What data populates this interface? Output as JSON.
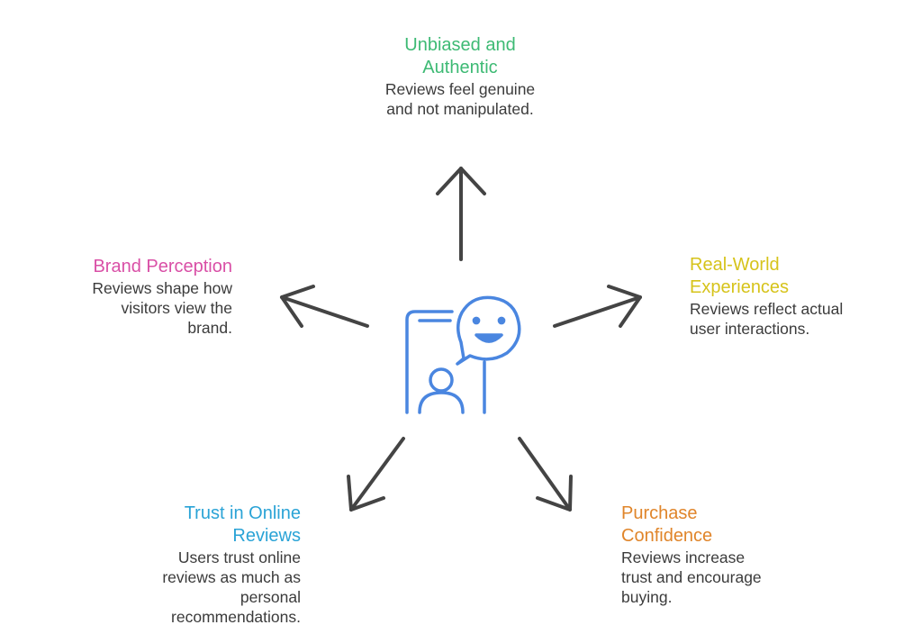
{
  "colors": {
    "arrow": "#444444",
    "icon": "#4a86e0",
    "unbiased": "#3dba74",
    "realworld": "#d6c31a",
    "purchase": "#e0852a",
    "trust": "#2aa3d6",
    "brand": "#d94fa6"
  },
  "center_icon": "phone-with-smiley-chat-and-user-icon",
  "nodes": {
    "unbiased": {
      "title_line1": "Unbiased and",
      "title_line2": "Authentic",
      "desc_line1": "Reviews feel genuine",
      "desc_line2": "and not manipulated."
    },
    "realworld": {
      "title_line1": "Real-World",
      "title_line2": "Experiences",
      "desc_line1": "Reviews reflect actual",
      "desc_line2": "user interactions."
    },
    "purchase": {
      "title_line1": "Purchase",
      "title_line2": "Confidence",
      "desc_line1": "Reviews increase",
      "desc_line2": "trust and encourage",
      "desc_line3": "buying."
    },
    "trust": {
      "title_line1": "Trust in Online",
      "title_line2": "Reviews",
      "desc_line1": "Users trust online",
      "desc_line2": "reviews as much as",
      "desc_line3": "personal",
      "desc_line4": "recommendations."
    },
    "brand": {
      "title_line1": "Brand Perception",
      "desc_line1": "Reviews shape how",
      "desc_line2": "visitors view the",
      "desc_line3": "brand."
    }
  }
}
